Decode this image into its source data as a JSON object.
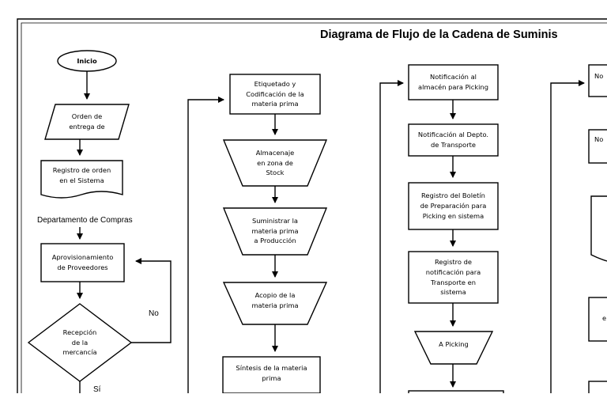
{
  "title": "Diagrama de Flujo de la Cadena de Suminis",
  "col1": {
    "start": "Inicio",
    "order": "Orden de\nentrega de",
    "register": "Registro de orden\nen el Sistema",
    "department": "Departamento de Compras",
    "supply": "Aprovisionamiento\nde Proveedores",
    "reception": "Recepción\nde la\nmercancía",
    "no": "No",
    "yes": "Sí"
  },
  "col2": {
    "label": "Etiquetado y\nCodificación de la\nmateria prima",
    "storage": "Almacenaje\nen zona de\nStock",
    "supply_prod": "Suministrar la\nmateria prima\na Producción",
    "gather": "Acopio de la\nmateria prima",
    "synthesis": "Síntesis de la materia\nprima"
  },
  "col3": {
    "notify_warehouse": "Notificación al\nalmacén para Picking",
    "notify_transport": "Notificación al Depto.\nde Transporte",
    "register_bulletin": "Registro del Boletín\nde Preparación  para\nPicking en sistema",
    "register_notification": "Registro de\nnotificación para\nTransporte  en\nsistema",
    "picking": "A Picking"
  },
  "col4": {
    "partial1": "No",
    "partial2": "No",
    "partial3": "e"
  }
}
